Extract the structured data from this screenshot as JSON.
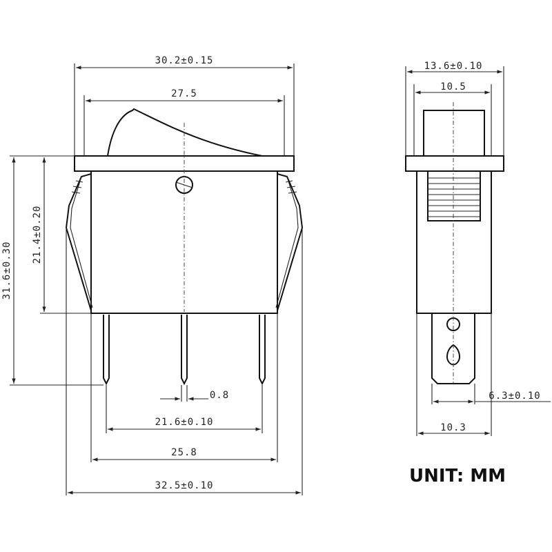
{
  "front_view": {
    "overall_width": "30.2±0.15",
    "rocker_width": "27.5",
    "body_height": "21.4±0.20",
    "total_height": "31.6±0.30",
    "pin_width": "0.8",
    "pin_span": "21.6±0.10",
    "body_width": "25.8",
    "clip_width": "32.5±0.10"
  },
  "side_view": {
    "flange_width": "13.6±0.10",
    "rocker_width": "10.5",
    "pin_width": "6.3±0.10",
    "body_depth": "10.3"
  },
  "unit_label": "UNIT: MM"
}
